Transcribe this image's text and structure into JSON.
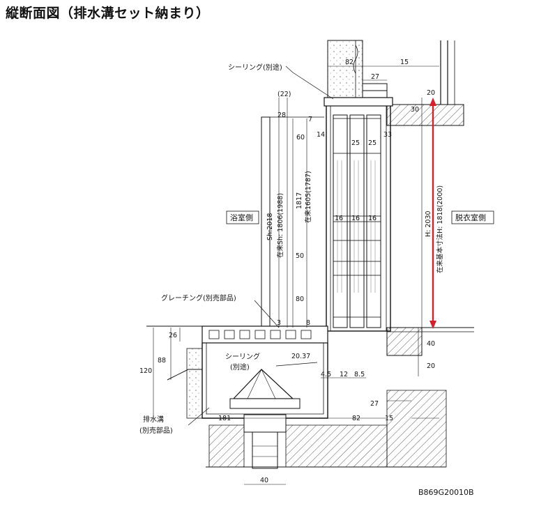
{
  "title": "縦断面図（排水溝セット納まり）",
  "labels": {
    "sealing_top": "シーリング(別途)",
    "sealing_mid_1": "シーリング",
    "sealing_mid_2": "(別途)",
    "grating": "グレーチング(別売部品)",
    "drain_1": "排水溝",
    "drain_2": "(別売部品)",
    "bathroom": "浴室側",
    "dressing": "脱衣室側",
    "code": "B869G20010B"
  },
  "dims": {
    "d82_top": "82",
    "d15_top": "15",
    "d27_top": "27",
    "d20_top": "20",
    "d30": "30",
    "d22": "(22)",
    "d28": "28",
    "d7": "7",
    "d60": "60",
    "d14": "14",
    "d25a": "25",
    "d25b": "25",
    "d33": "33",
    "d16a": "16",
    "d16b": "16",
    "d16c": "16",
    "d50": "50",
    "d80": "80",
    "d3": "3",
    "d8": "8",
    "d26": "26",
    "d88": "88",
    "d120": "120",
    "d20_37": "20.37",
    "d4_5": "4.5",
    "d12": "12",
    "d8_5": "8.5",
    "d40_right": "40",
    "d20_right": "20",
    "d27_bottom": "27",
    "d15_bottom": "15",
    "d181": "181",
    "d82_bottom": "82",
    "d40_bottom": "40",
    "sh": "Sh:2018",
    "sh_existing": "在来Sh: 1806(1988)",
    "d1817": "1817",
    "d1605": "在来1605(1787)",
    "h2030": "H: 2030",
    "h_existing": "在来基本寸法H: 1818(2000)"
  },
  "colors": {
    "accent": "#d81e2a",
    "line": "#111111"
  }
}
